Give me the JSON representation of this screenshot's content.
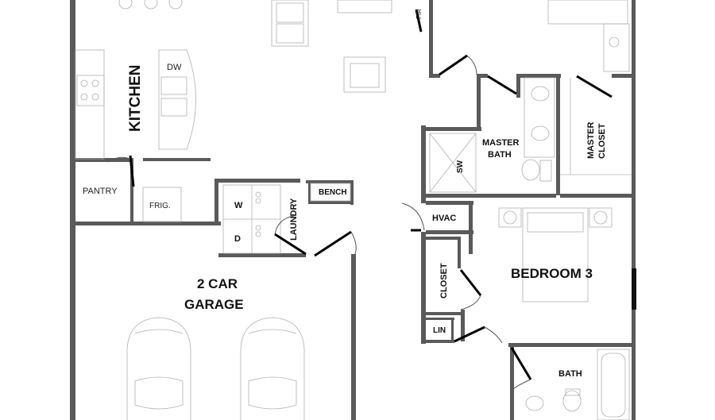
{
  "rooms": {
    "kitchen": "KITCHEN",
    "pantry": "PANTRY",
    "fridge": "FRIG.",
    "dishwasher": "DW",
    "washer": "W",
    "dryer": "D",
    "laundry": "LAUNDRY",
    "bench": "BENCH",
    "garage_line1": "2 CAR",
    "garage_line2": "GARAGE",
    "hvac": "HVAC",
    "closet": "CLOSET",
    "linen": "LIN",
    "bedroom3": "BEDROOM 3",
    "bath": "BATH",
    "master_bath_line1": "MASTER",
    "master_bath_line2": "BATH",
    "shower": "SW",
    "master_closet_line1": "MASTER",
    "master_closet_line2": "CLOSET",
    "fireplace": "FIR"
  }
}
